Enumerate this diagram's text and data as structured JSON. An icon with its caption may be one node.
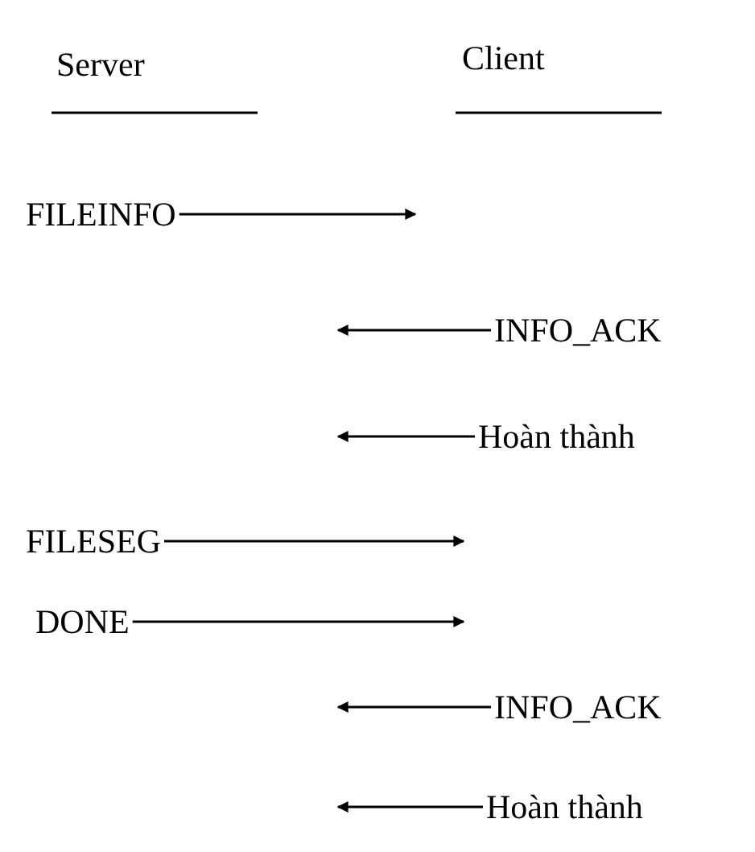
{
  "diagram": {
    "nodes": [
      {
        "text": [
          "Server"
        ]
      },
      {
        "text": [
          "Client"
        ]
      },
      {
        "text": [
          "FILEINFO"
        ]
      },
      {
        "text": [
          "INFO_ACK"
        ]
      },
      {
        "text": [
          "Hoàn thành"
        ]
      },
      {
        "text": [
          "FILESEG"
        ]
      },
      {
        "text": [
          "DONE"
        ]
      },
      {
        "text": [
          "INFO_ACK"
        ]
      },
      {
        "text": [
          "Hoàn thành"
        ]
      }
    ],
    "edges": [
      {
        "from": 2,
        "to": null,
        "arrow": "to"
      },
      {
        "from": 3,
        "to": null,
        "arrow": "to"
      },
      {
        "from": 4,
        "to": null,
        "arrow": "to"
      },
      {
        "from": 5,
        "to": null,
        "arrow": "to"
      },
      {
        "from": 6,
        "to": null,
        "arrow": "to"
      },
      {
        "from": 7,
        "to": null,
        "arrow": "to"
      },
      {
        "from": 8,
        "to": null,
        "arrow": "to"
      }
    ]
  }
}
